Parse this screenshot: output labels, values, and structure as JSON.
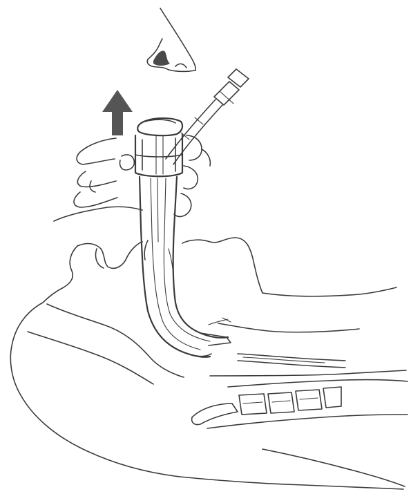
{
  "figure": {
    "type": "medical-illustration",
    "colors": {
      "line": "#3a3a3a",
      "arrow": "#555555",
      "background": "#ffffff"
    },
    "parts": [
      "head-outline",
      "nose",
      "hand",
      "direction-arrow-up",
      "laryngeal-airway-device",
      "airway-tube",
      "tube-connector",
      "tongue",
      "palate",
      "trachea",
      "vertebrae",
      "neck-outline"
    ]
  }
}
